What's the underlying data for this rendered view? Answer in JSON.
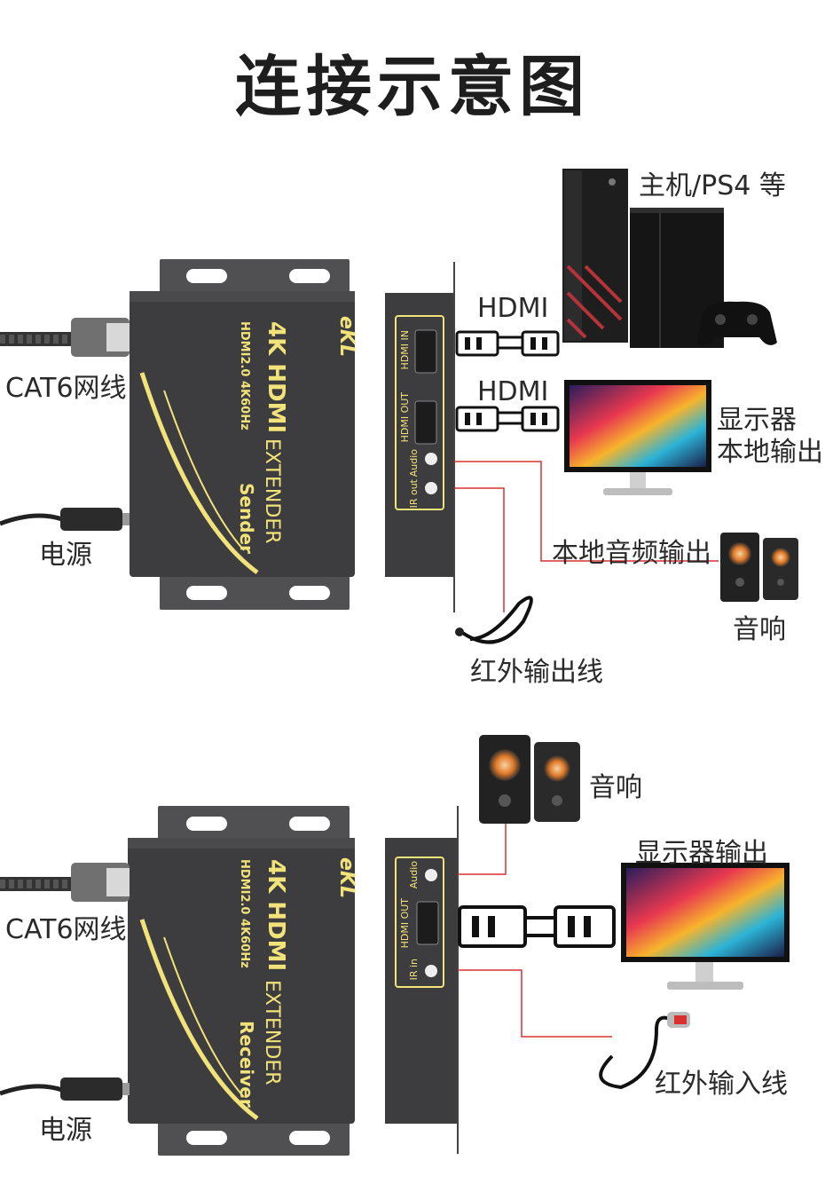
{
  "title": "连接示意图",
  "colors": {
    "device_body": "#3d3d3f",
    "device_trim": "#f2e27a",
    "line_red": "#d93030",
    "text": "#2a2a2a"
  },
  "sender": {
    "brand": "eKL",
    "model": "4K  HDMI",
    "spec": "HDMI2.0    4K60Hz",
    "product": "EXTENDER",
    "role": "Sender",
    "ports": {
      "hdmi_in": "HDMI IN",
      "hdmi_out": "HDMI OUT",
      "audio": "Audio",
      "ir": "IR out"
    },
    "labels": {
      "cable": "CAT6网线",
      "power": "电源",
      "hdmi_in": "HDMI",
      "hdmi_out": "HDMI",
      "host": "主机/PS4 等",
      "display_l1": "显示器",
      "display_l2": "本地输出",
      "audio_out": "本地音频输出",
      "speaker": "音响",
      "ir_cable": "红外输出线"
    }
  },
  "receiver": {
    "brand": "eKL",
    "model": "4K  HDMI",
    "spec": "HDMI2.0    4K60Hz",
    "product": "EXTENDER",
    "role": "Receiver",
    "ports": {
      "hdmi_out": "HDMI OUT",
      "audio": "Audio",
      "ir": "IR in"
    },
    "labels": {
      "cable": "CAT6网线",
      "power": "电源",
      "speaker": "音响",
      "display": "显示器输出",
      "ir_cable": "红外输入线"
    }
  }
}
